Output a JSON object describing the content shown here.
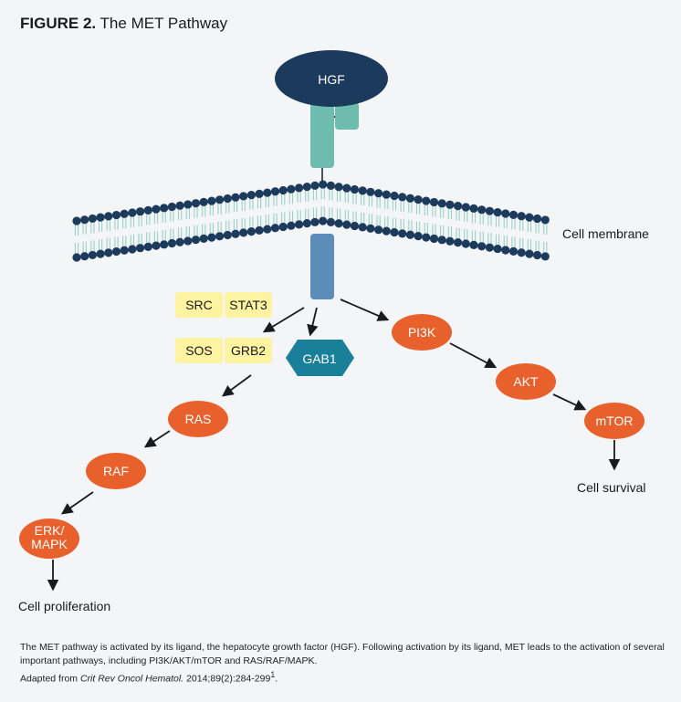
{
  "title": {
    "label": "FIGURE 2.",
    "text": "The MET Pathway"
  },
  "nodes": {
    "hgf": "HGF",
    "src": "SRC",
    "stat3": "STAT3",
    "sos": "SOS",
    "grb2": "GRB2",
    "gab1": "GAB1",
    "pi3k": "PI3K",
    "akt": "AKT",
    "mtor": "mTOR",
    "ras": "RAS",
    "raf": "RAF",
    "erk_line1": "ERK/",
    "erk_line2": "MAPK"
  },
  "labels": {
    "cell_membrane": "Cell membrane",
    "cell_survival": "Cell survival",
    "cell_proliferation": "Cell proliferation"
  },
  "caption": {
    "line1": "The MET pathway is activated by its ligand, the hepatocyte growth factor (HGF). Following activation by its ligand, MET leads to the activation of several important pathways, including PI3K/AKT/mTOR and RAS/RAF/MAPK.",
    "adapted_prefix": "Adapted from ",
    "journal": "Crit Rev Oncol Hematol.",
    "citation": " 2014;89(2):284-299",
    "superscript": "1",
    "end": "."
  },
  "colors": {
    "hgf": "#1b3a5c",
    "receptor_teal": "#6dbcae",
    "receptor_blue": "#5b8db8",
    "yellow_box": "#fdf3a0",
    "gab1": "#1a7f99",
    "orange_node": "#e8612c",
    "membrane_head": "#1b3a5c",
    "membrane_tail": "#9ad0c8"
  }
}
